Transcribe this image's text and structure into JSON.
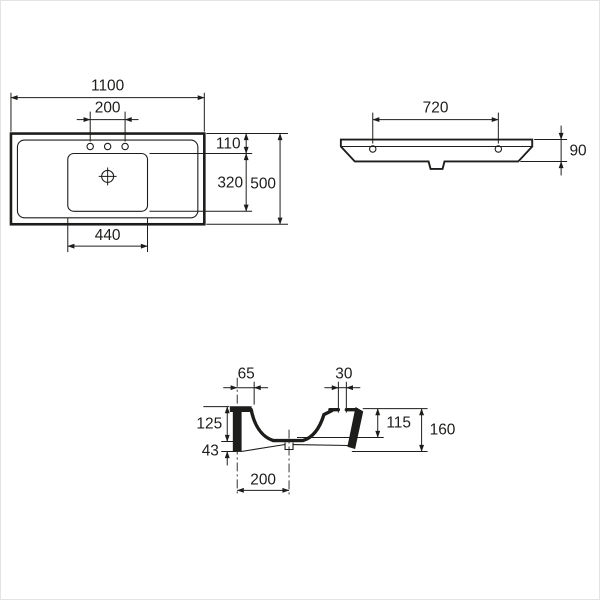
{
  "views": {
    "plan": {
      "dims": {
        "total_width": "1100",
        "tap_hole_spacing": "200",
        "back_to_bowl": "110",
        "bowl_front_depth": "320",
        "total_depth": "500",
        "bowl_width": "440"
      }
    },
    "front": {
      "dims": {
        "fixing_centres": "720",
        "height": "90"
      }
    },
    "section": {
      "dims": {
        "front_edge": "65",
        "tap_hole": "30",
        "rim_to_outlet": "125",
        "outlet_to_base": "43",
        "basin_depth": "115",
        "total_height": "160",
        "front_to_outlet": "200"
      }
    }
  },
  "colors": {
    "line": "#1d1d1b",
    "background": "#ffffff",
    "frame": "#e3e3e3"
  }
}
